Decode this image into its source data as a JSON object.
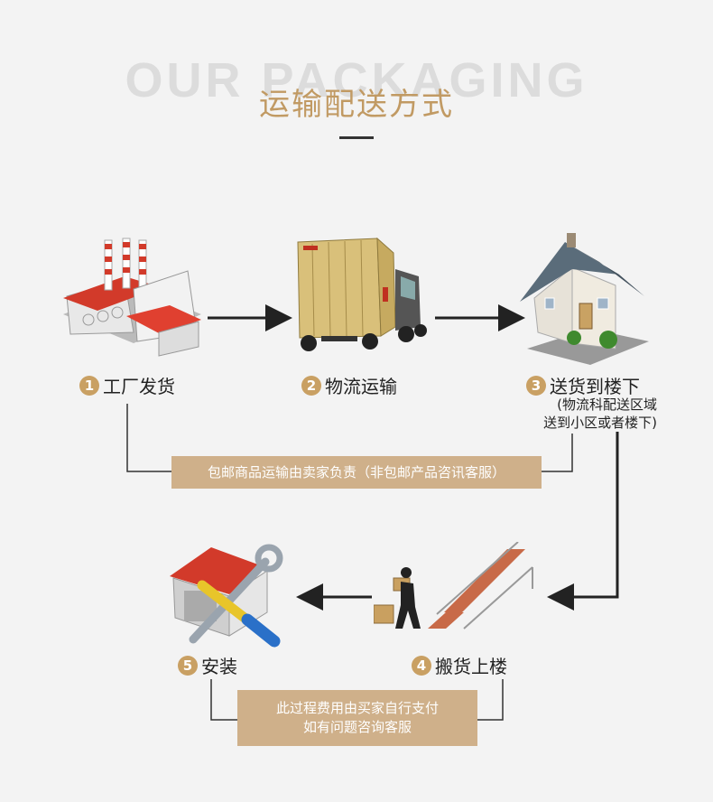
{
  "header": {
    "bg_title": "OUR PACKAGING",
    "title": "运输配送方式"
  },
  "steps": [
    {
      "number": "1",
      "label": "工厂发货",
      "icon": "factory-icon"
    },
    {
      "number": "2",
      "label": "物流运输",
      "icon": "truck-icon"
    },
    {
      "number": "3",
      "label": "送货到楼下",
      "icon": "house-icon",
      "note_line1": "(物流科配送区域",
      "note_line2": "送到小区或者楼下)"
    },
    {
      "number": "4",
      "label": "搬货上楼",
      "icon": "stairs-carry-icon"
    },
    {
      "number": "5",
      "label": "安装",
      "icon": "tools-install-icon"
    }
  ],
  "notes": {
    "shipping": "包邮商品运输由卖家负责（非包邮产品咨讯客服）",
    "install_line1": "此过程费用由买家自行支付",
    "install_line2": "如有问题咨询客服"
  },
  "colors": {
    "accent": "#c9a063",
    "banner": "#cfb08a",
    "background": "#f3f3f3"
  }
}
